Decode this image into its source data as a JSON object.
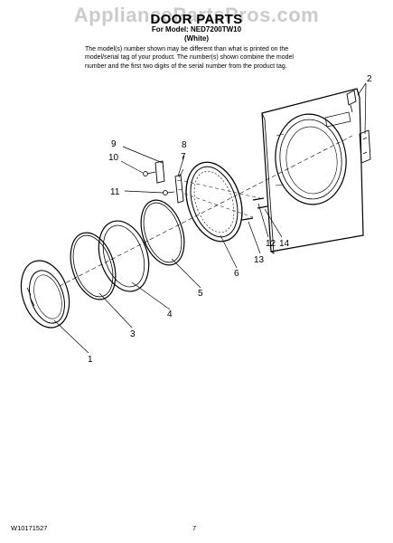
{
  "watermark": "AppliancePartsPros.com",
  "title": "DOOR PARTS",
  "model_line": "For Model: NED7200TW10",
  "color_line": "(White)",
  "note": "The model(s) number shown may be different than what is printed on the model/serial tag of your product. The number(s) shown combine the model number and the first two digits of the serial number from the product tag.",
  "callouts": [
    "1",
    "2",
    "3",
    "4",
    "5",
    "6",
    "7",
    "8",
    "9",
    "10",
    "11",
    "12",
    "13",
    "14"
  ],
  "footer": {
    "doc_number": "W10171527",
    "page": "7"
  }
}
